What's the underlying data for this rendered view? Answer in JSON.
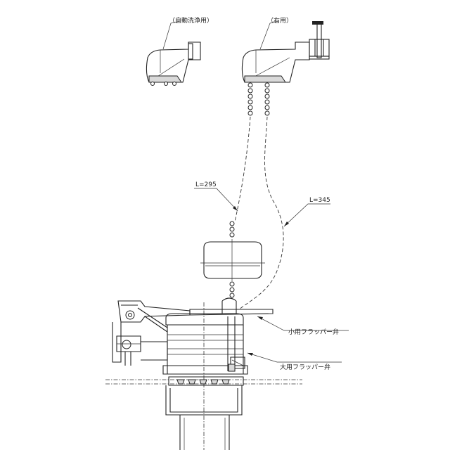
{
  "labels": {
    "auto_flush": "（自動洗浄用）",
    "right_use": "（右用）",
    "length_left": "L=295",
    "length_right": "L=345",
    "small_flapper": "小用フラッパー弁",
    "large_flapper": "大用フラッパー弁"
  },
  "colors": {
    "line": "#222222",
    "background": "#ffffff"
  }
}
